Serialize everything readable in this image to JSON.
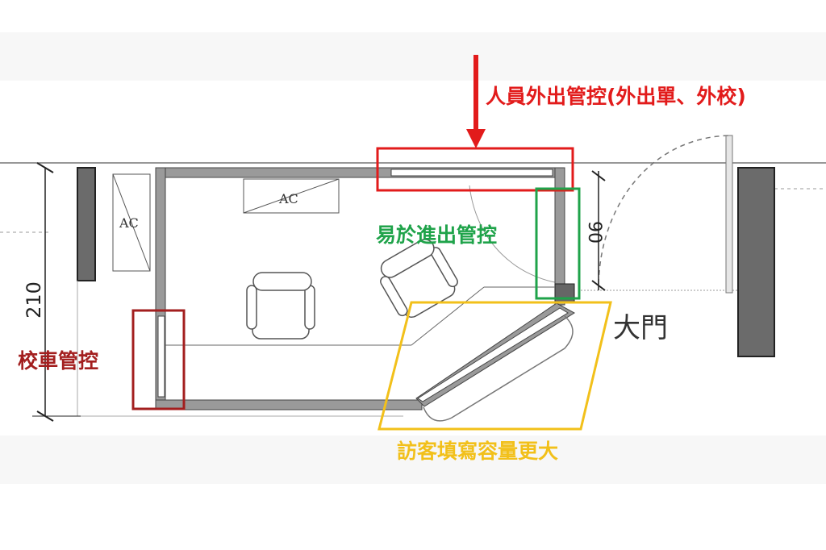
{
  "labels": {
    "outing_control": "人員外出管控(外出單、外校)",
    "access_control": "易於進出管控",
    "school_bus_control": "校車管控",
    "visitor_capacity": "訪客填寫容量更大",
    "main_gate": "大門",
    "ac_left": "AC",
    "ac_top": "AC",
    "dim_height": "210",
    "dim_door": "90"
  },
  "colors": {
    "red": "#e21b1b",
    "dark_red": "#a31f1f",
    "green": "#1fa34a",
    "yellow": "#f2c01a",
    "wall": "#8a8a8a",
    "pillar": "#6b6b6b"
  }
}
